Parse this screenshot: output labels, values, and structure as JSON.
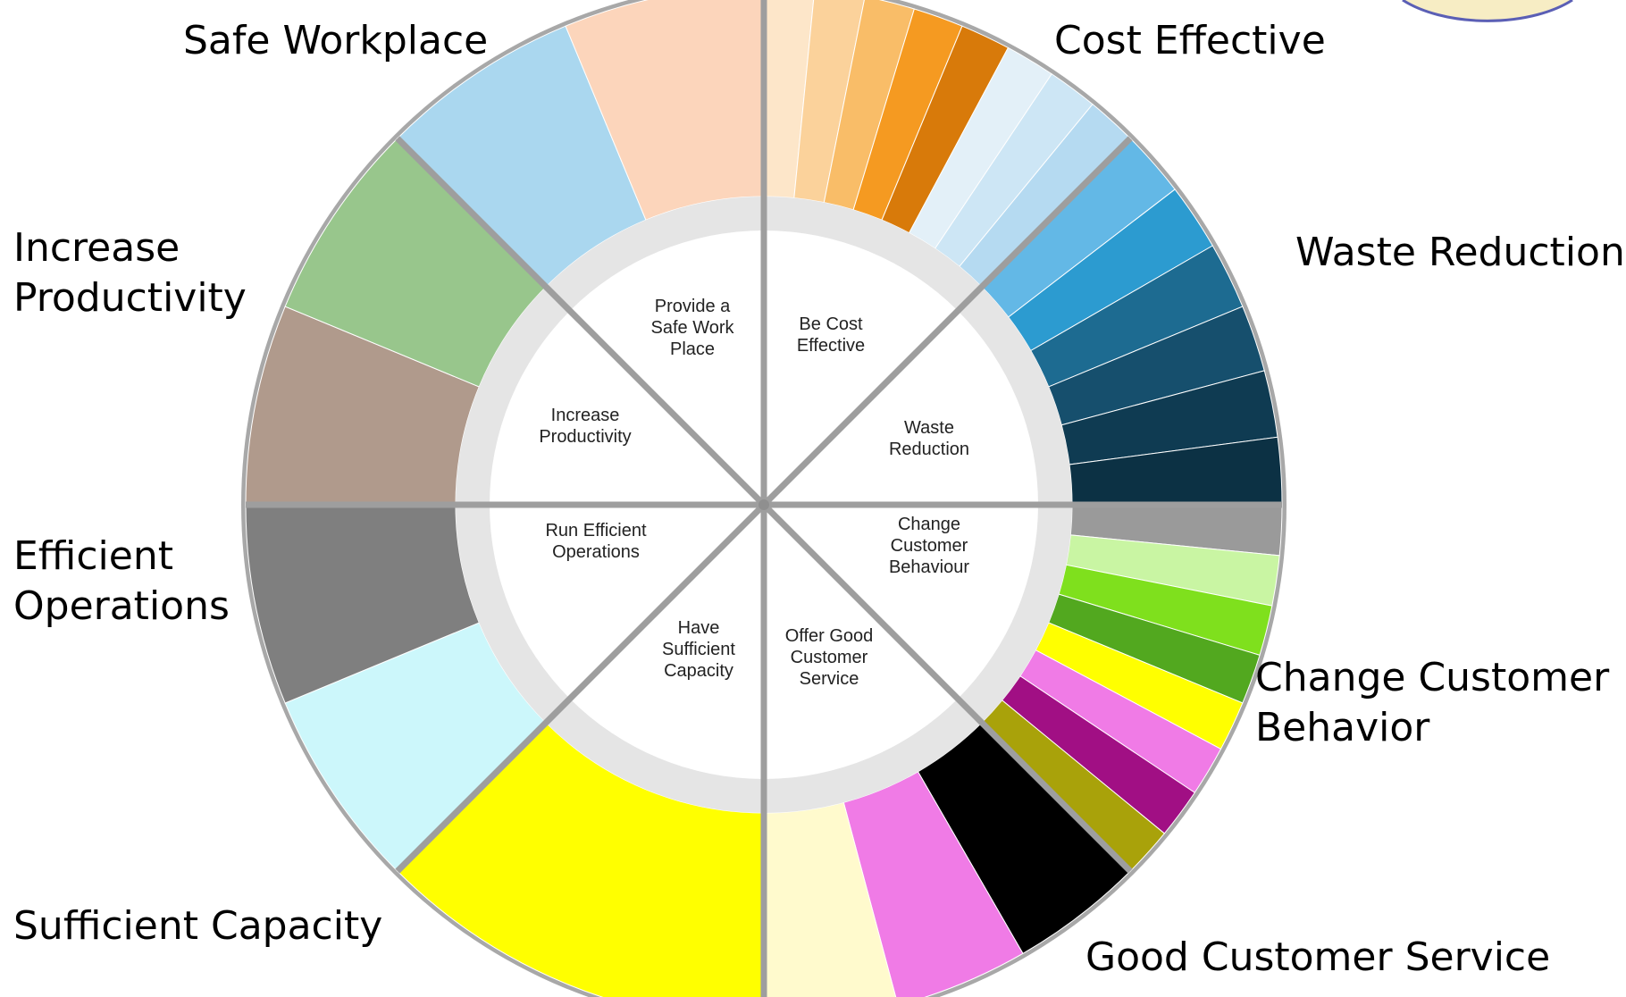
{
  "diagram": {
    "hub_color": "#8f8f8f",
    "ring_color": "#e5e5e5",
    "sections": [
      {
        "id": "cost",
        "outer_label": [
          "Cost Effective"
        ],
        "inner_label": [
          "Be Cost",
          "Effective"
        ],
        "wedges": [
          {
            "color": "#fde6c9",
            "weight": 1
          },
          {
            "color": "#fbd29b",
            "weight": 1
          },
          {
            "color": "#f9bd68",
            "weight": 1
          },
          {
            "color": "#f59a21",
            "weight": 1
          },
          {
            "color": "#d87a0a",
            "weight": 1
          },
          {
            "color": "#e3f0f8",
            "weight": 1
          },
          {
            "color": "#cde6f5",
            "weight": 1
          },
          {
            "color": "#b5daf1",
            "weight": 1
          }
        ]
      },
      {
        "id": "waste",
        "outer_label": [
          "Waste Reduction"
        ],
        "inner_label": [
          "Waste",
          "Reduction"
        ],
        "wedges": [
          {
            "color": "#63b8e6",
            "weight": 1
          },
          {
            "color": "#2c9bd0",
            "weight": 1
          },
          {
            "color": "#1d6b91",
            "weight": 1
          },
          {
            "color": "#164f6d",
            "weight": 1
          },
          {
            "color": "#0f3b52",
            "weight": 1
          },
          {
            "color": "#0c3144",
            "weight": 1
          }
        ]
      },
      {
        "id": "customer-behaviour",
        "outer_label": [
          "Change Customer",
          "Behavior"
        ],
        "inner_label": [
          "Change",
          "Customer",
          "Behaviour"
        ],
        "wedges": [
          {
            "color": "#9a9a9a",
            "weight": 1
          },
          {
            "color": "#c9f5a3",
            "weight": 1
          },
          {
            "color": "#7fe01d",
            "weight": 1
          },
          {
            "color": "#52a81f",
            "weight": 1
          },
          {
            "color": "#ffff00",
            "weight": 1
          },
          {
            "color": "#f07be6",
            "weight": 1
          },
          {
            "color": "#a10f84",
            "weight": 1
          },
          {
            "color": "#a9a20a",
            "weight": 1
          }
        ]
      },
      {
        "id": "customer-service",
        "outer_label": [
          "Good Customer Service"
        ],
        "inner_label": [
          "Offer Good",
          "Customer",
          "Service"
        ],
        "wedges": [
          {
            "color": "#000000",
            "weight": 1
          },
          {
            "color": "#f07be6",
            "weight": 1
          },
          {
            "color": "#fffacd",
            "weight": 1
          }
        ]
      },
      {
        "id": "capacity",
        "outer_label": [
          "Sufficient Capacity"
        ],
        "inner_label": [
          "Have",
          "Sufficient",
          "Capacity"
        ],
        "wedges": [
          {
            "color": "#ffff00",
            "weight": 1
          }
        ]
      },
      {
        "id": "operations",
        "outer_label": [
          "Efficient",
          "Operations"
        ],
        "inner_label": [
          "Run Efficient",
          "Operations"
        ],
        "wedges": [
          {
            "color": "#ccf7fb",
            "weight": 1
          },
          {
            "color": "#7f7f7f",
            "weight": 1
          }
        ]
      },
      {
        "id": "productivity",
        "outer_label": [
          "Increase",
          "Productivity"
        ],
        "inner_label": [
          "Increase",
          "Productivity"
        ],
        "wedges": [
          {
            "color": "#b09a8c",
            "weight": 1
          },
          {
            "color": "#98c68c",
            "weight": 1
          }
        ]
      },
      {
        "id": "safety",
        "outer_label": [
          "Safe Workplace"
        ],
        "inner_label": [
          "Provide a",
          "Safe Work",
          "Place"
        ],
        "wedges": [
          {
            "color": "#aad7ef",
            "weight": 1
          },
          {
            "color": "#fcd5bb",
            "weight": 1
          }
        ]
      }
    ]
  }
}
